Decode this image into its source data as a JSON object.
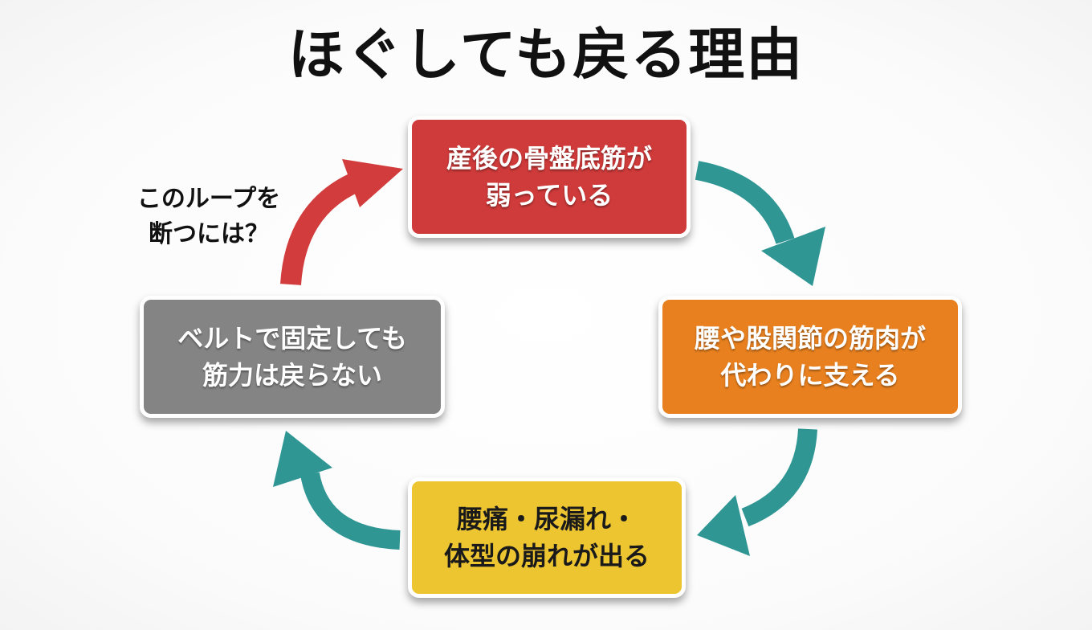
{
  "title": "ほぐしても戻る理由",
  "nodes": {
    "weak_pelvic_floor": {
      "lines": [
        "産後の骨盤底筋が",
        "弱っている"
      ]
    },
    "compensation": {
      "lines": [
        "腰や股関節の筋肉が",
        "代わりに支える"
      ]
    },
    "symptoms": {
      "lines": [
        "腰痛・尿漏れ・",
        "体型の崩れが出る"
      ]
    },
    "belt_fixation": {
      "lines": [
        "ベルトで固定しても",
        "筋力は戻らない"
      ]
    }
  },
  "callout": {
    "lines": [
      "このループを",
      "断つには？"
    ]
  },
  "colors": {
    "red": "#cf3a3a",
    "orange": "#e8801f",
    "yellow": "#edc531",
    "gray": "#848484",
    "teal_arrow": "#2f9694",
    "red_arrow": "#d23c3c"
  }
}
